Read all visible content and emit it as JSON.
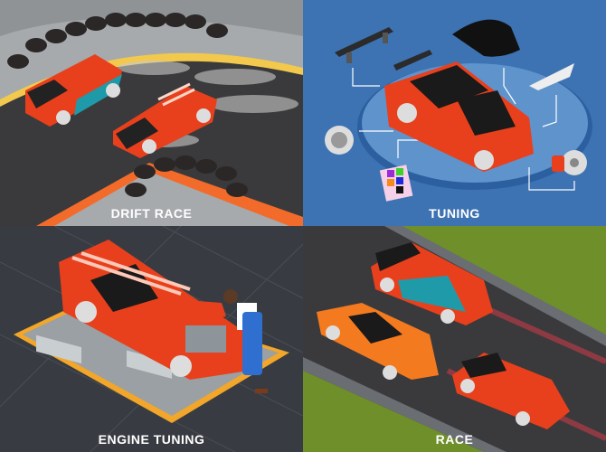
{
  "panels": [
    {
      "id": "drift-race",
      "caption": "DRIFT RACE",
      "background": "#8f9396"
    },
    {
      "id": "tuning",
      "caption": "TUNING",
      "background": "#3d73b3"
    },
    {
      "id": "engine-tuning",
      "caption": "ENGINE TUNING",
      "background": "#383c42"
    },
    {
      "id": "race",
      "caption": "RACE",
      "background": "#3a3a3c"
    }
  ],
  "colors": {
    "car_red": "#e8401c",
    "car_orange": "#f47a1f",
    "teal": "#1f9aa8",
    "curb_yellow": "#f2c94c",
    "curb_orange": "#f26b2a",
    "tire": "#2b2727",
    "asphalt": "#3a3a3c",
    "grass": "#6f8f2a",
    "mechanic_blue": "#2f6fd0"
  }
}
